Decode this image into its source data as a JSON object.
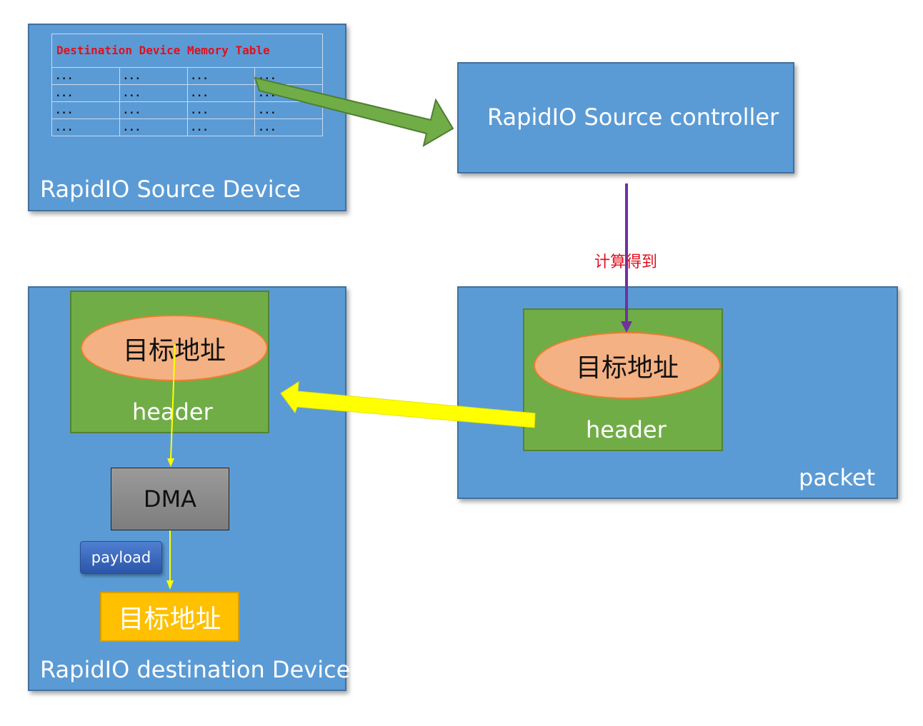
{
  "source_device": {
    "label": "RapidIO Source Device",
    "table": {
      "caption": "Destination Device Memory Table",
      "rows": [
        [
          "...",
          "...",
          "...",
          "..."
        ],
        [
          "...",
          "...",
          "...",
          "..."
        ],
        [
          "...",
          "...",
          "...",
          "..."
        ],
        [
          "...",
          "...",
          "...",
          "..."
        ]
      ]
    }
  },
  "source_controller": {
    "label": "RapidIO Source controller"
  },
  "calc_label": "计算得到",
  "packet": {
    "label": "packet",
    "header_label": "header",
    "address_label": "目标地址"
  },
  "destination_device": {
    "label": "RapidIO destination Device",
    "header_label": "header",
    "address_label": "目标地址",
    "dma_label": "DMA",
    "payload_label": "payload",
    "target_label": "目标地址"
  },
  "colors": {
    "box_blue": "#5b9bd5",
    "header_green": "#70ad47",
    "ellipse_orange": "#f4b183",
    "target_gold": "#ffc000",
    "arrow_green": "#70ad47",
    "arrow_yellow": "#ffff00",
    "arrow_purple": "#7030a0",
    "caption_red": "#e0101e"
  }
}
